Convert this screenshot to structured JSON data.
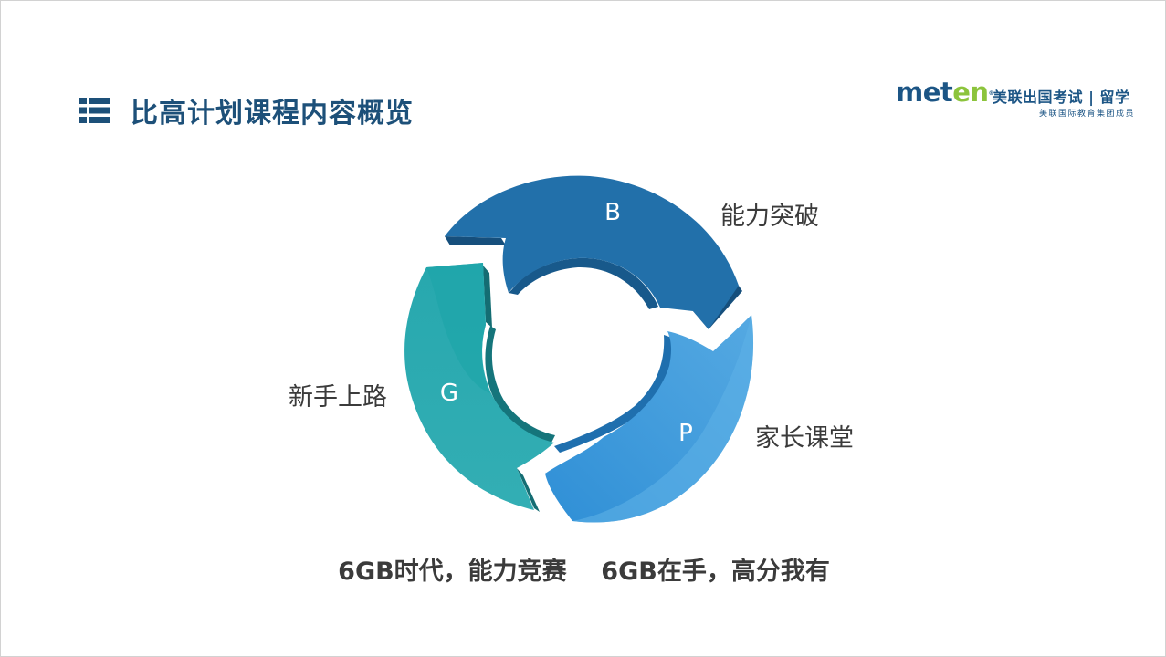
{
  "header": {
    "title": "比高计划课程内容概览"
  },
  "logo": {
    "word_part1": "met",
    "word_part2": "en",
    "registered": "®",
    "name_cn": "美联出国考试 | 留学",
    "subtitle": "美联国际教育集团成员"
  },
  "cycle": {
    "segments": [
      {
        "letter": "B",
        "label": "能力突破",
        "color": "#2270aa"
      },
      {
        "letter": "P",
        "label": "家长课堂",
        "color": "#4a9fdc"
      },
      {
        "letter": "G",
        "label": "新手上路",
        "color": "#2fa9b1"
      }
    ]
  },
  "footer": {
    "tagline_1": "6GB时代，能力竞赛",
    "tagline_2": "6GB在手，高分我有"
  }
}
